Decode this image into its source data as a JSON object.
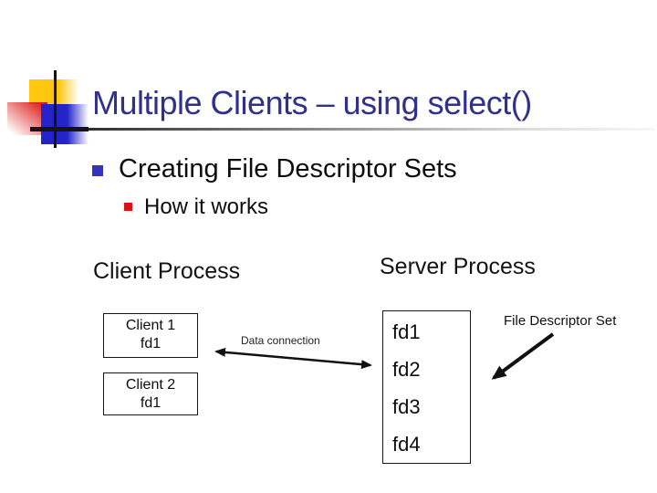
{
  "slide": {
    "title": "Multiple Clients – using select()",
    "bullets": [
      {
        "label": "Creating File Descriptor Sets"
      },
      {
        "label": "How it works"
      }
    ]
  },
  "diagram": {
    "client_process_label": "Client Process",
    "server_process_label": "Server Process",
    "client_boxes": [
      {
        "name": "Client 1",
        "fd": "fd1"
      },
      {
        "name": "Client 2",
        "fd": "fd1"
      }
    ],
    "server_box": {
      "fds": [
        "fd1",
        "fd2",
        "fd3",
        "fd4"
      ]
    },
    "data_connection_label": "Data connection",
    "file_descriptor_set_label": "File Descriptor Set"
  },
  "colors": {
    "title_text": "#31318c",
    "body_text": "#0d0d0d",
    "bullet_level1": "#3333bb",
    "bullet_level2": "#e01010",
    "deco_yellow": "#ffc70e",
    "deco_red": "#dc1414",
    "deco_blue": "#2424c8",
    "line_black": "#141414"
  }
}
